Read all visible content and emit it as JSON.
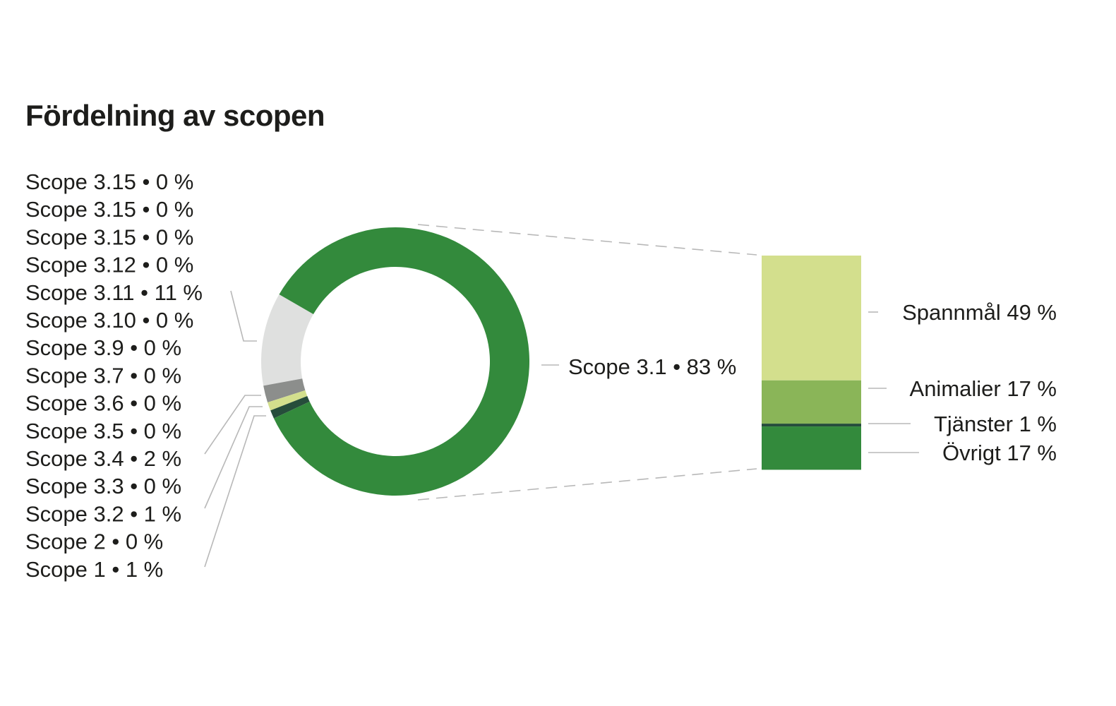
{
  "chart_data": [
    {
      "type": "pie",
      "title": "Fördelning av scopen",
      "legend_labels": [
        "Scope 3.15 • 0 %",
        "Scope 3.15 • 0 %",
        "Scope 3.15 • 0 %",
        "Scope 3.12 • 0 %",
        "Scope 3.11 • 11 %",
        "Scope 3.10 • 0 %",
        "Scope 3.9 • 0 %",
        "Scope 3.7 • 0 %",
        "Scope 3.6 • 0 %",
        "Scope 3.5 • 0 %",
        "Scope 3.4 • 2 %",
        "Scope 3.3 • 0 %",
        "Scope 3.2 • 1 %",
        "Scope 2 • 0 %",
        "Scope 1 • 1 %"
      ],
      "slices": [
        {
          "name": "Scope 3.11",
          "value": 11,
          "color": "#dfe0df"
        },
        {
          "name": "Scope 3.4",
          "value": 2,
          "color": "#8c8e8c"
        },
        {
          "name": "Scope 3.2",
          "value": 1,
          "color": "#d3df8d"
        },
        {
          "name": "Scope 1",
          "value": 1,
          "color": "#264d3b"
        },
        {
          "name": "Scope 3.1",
          "value": 83,
          "color": "#338a3c"
        }
      ],
      "main_label": "Scope 3.1 • 83 %"
    },
    {
      "type": "bar",
      "stacked": true,
      "segments": [
        {
          "name": "Spannmål",
          "value": 49,
          "label": "Spannmål 49 %",
          "color": "#d3df8d"
        },
        {
          "name": "Animalier",
          "value": 17,
          "label": "Animalier 17 %",
          "color": "#8ab558"
        },
        {
          "name": "Tjänster",
          "value": 1,
          "label": "Tjänster 1 %",
          "color": "#264d3b"
        },
        {
          "name": "Övrigt",
          "value": 17,
          "label": "Övrigt 17 %",
          "color": "#338a3c"
        }
      ]
    }
  ]
}
